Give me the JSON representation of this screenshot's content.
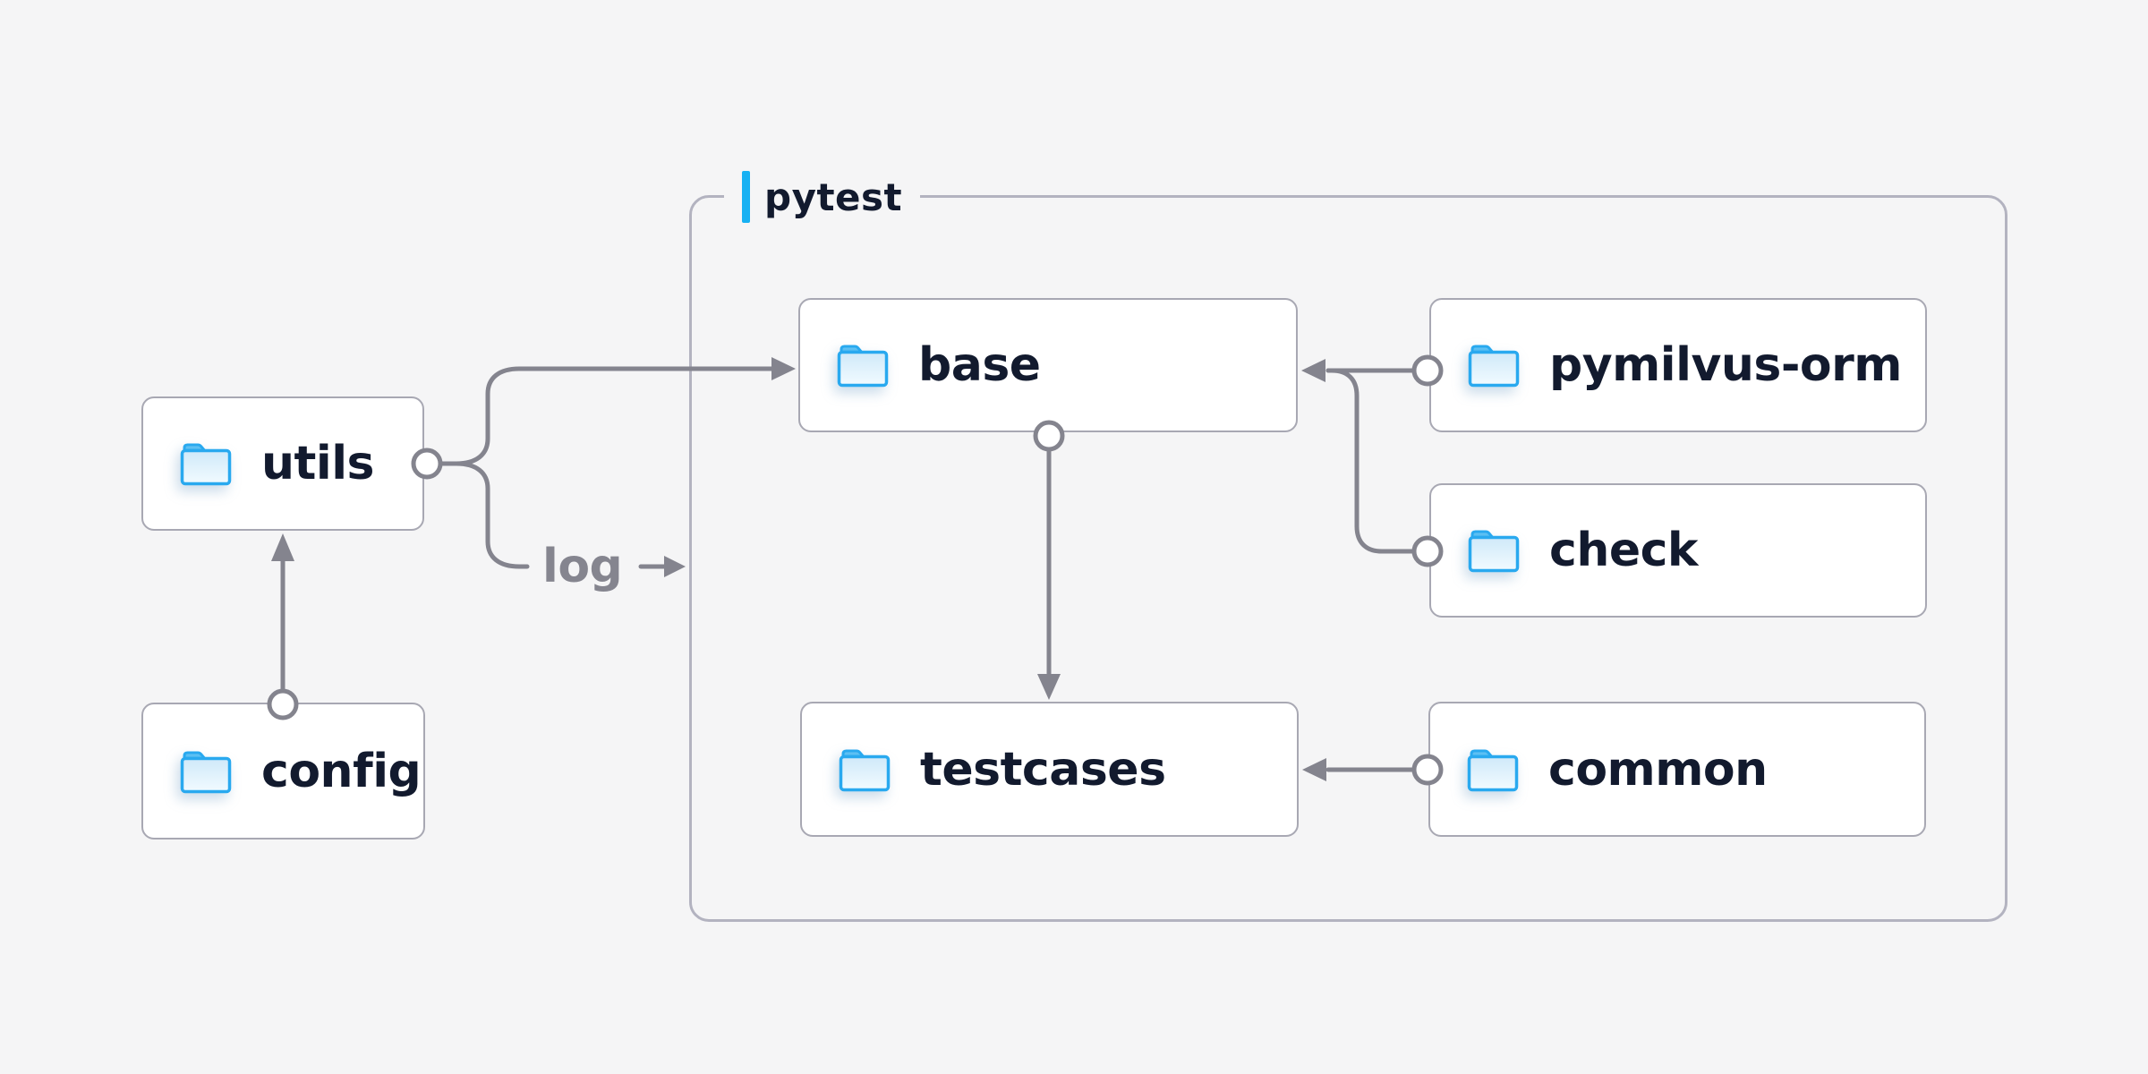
{
  "page": {
    "background_color": "#f5f5f6",
    "accent_color": "#17b1f3",
    "line_color": "#84848e",
    "text_color": "#121a2e",
    "muted_text_color": "#85858f",
    "folder_icon_color": "#29a9ef"
  },
  "diagram": {
    "group": {
      "label": "pytest"
    },
    "nodes": {
      "utils": {
        "label": "utils",
        "icon": "folder"
      },
      "config": {
        "label": "config",
        "icon": "folder"
      },
      "base": {
        "label": "base",
        "icon": "folder"
      },
      "pymilvus_orm": {
        "label": "pymilvus-orm",
        "icon": "folder"
      },
      "check": {
        "label": "check",
        "icon": "folder"
      },
      "testcases": {
        "label": "testcases",
        "icon": "folder"
      },
      "common": {
        "label": "common",
        "icon": "folder"
      }
    },
    "edge_labels": {
      "log": "log"
    },
    "edges": [
      {
        "from": "config",
        "to": "utils"
      },
      {
        "from": "utils",
        "to": "base"
      },
      {
        "from": "utils",
        "to": "pytest-group",
        "label": "log"
      },
      {
        "from": "pymilvus_orm",
        "to": "base"
      },
      {
        "from": "check",
        "to": "base"
      },
      {
        "from": "base",
        "to": "testcases"
      },
      {
        "from": "common",
        "to": "testcases"
      }
    ]
  }
}
